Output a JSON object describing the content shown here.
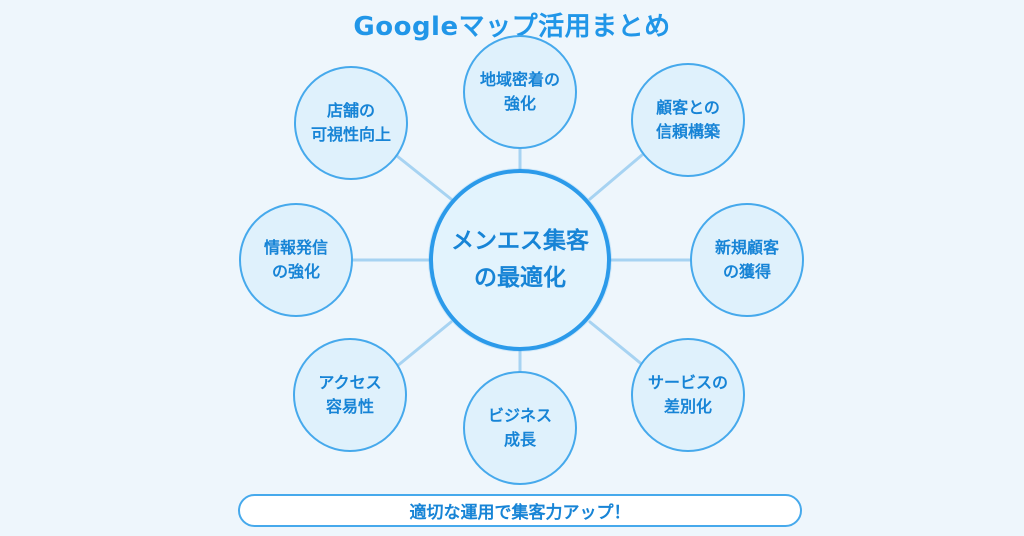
{
  "title": "Googleマップ活用まとめ",
  "center": {
    "line1": "メンエス集客",
    "line2": "の最適化"
  },
  "nodes": [
    {
      "line1": "地域密着の",
      "line2": "強化"
    },
    {
      "line1": "顧客との",
      "line2": "信頼構築"
    },
    {
      "line1": "新規顧客",
      "line2": "の獲得"
    },
    {
      "line1": "サービスの",
      "line2": "差別化"
    },
    {
      "line1": "ビジネス",
      "line2": "成長"
    },
    {
      "line1": "アクセス",
      "line2": "容易性"
    },
    {
      "line1": "情報発信",
      "line2": "の強化"
    },
    {
      "line1": "店舗の",
      "line2": "可視性向上"
    }
  ],
  "footer": "適切な運用で集客力アップ！",
  "colors": {
    "accent": "#2196e8",
    "node_fill": "#dff1fc",
    "node_border": "#46a9ec",
    "connector": "#a7d3f2",
    "background": "#eef6fc"
  }
}
